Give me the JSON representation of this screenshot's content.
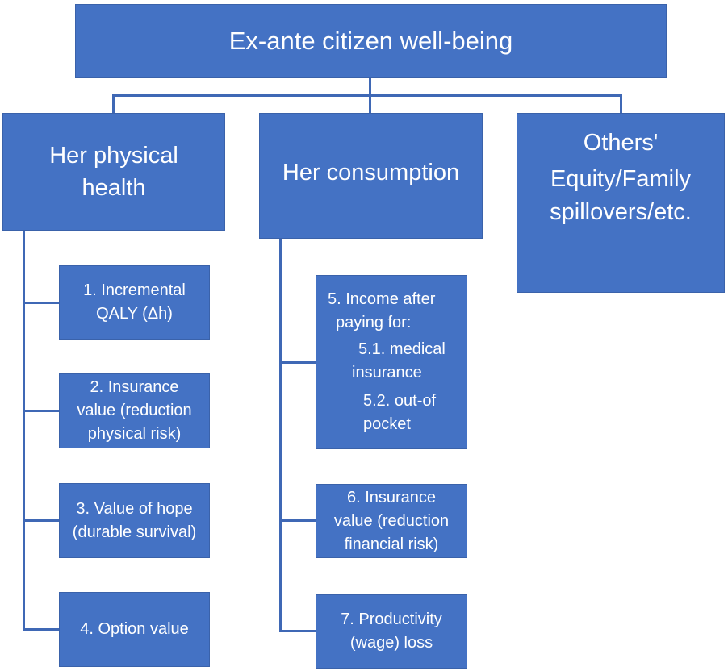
{
  "root": {
    "label": "Ex-ante citizen well-being"
  },
  "categories": {
    "health": {
      "line1": "Her physical",
      "line2": "health"
    },
    "consumption": {
      "label": "Her consumption"
    },
    "others": {
      "line1": "Others'",
      "line2": "Equity/Family",
      "line3": "spillovers/etc."
    }
  },
  "health_items": [
    {
      "line1": "1. Incremental",
      "line2": "QALY (Δh)"
    },
    {
      "line1": "2. Insurance",
      "line2": "value (reduction",
      "line3": "physical risk)"
    },
    {
      "line1": "3. Value of hope",
      "line2": "(durable survival)"
    },
    {
      "line1": "4. Option value"
    }
  ],
  "consumption_items": [
    {
      "line1": "5. Income after",
      "line2": "paying for:",
      "line3": "5.1. medical",
      "line4": "insurance",
      "line5": "5.2. out-of",
      "line6": "pocket"
    },
    {
      "line1": "6. Insurance",
      "line2": "value (reduction",
      "line3": "financial risk)"
    },
    {
      "line1": "7. Productivity",
      "line2": "(wage) loss"
    }
  ],
  "colors": {
    "box_fill": "#4472c4",
    "connector": "#3f68b5",
    "text": "#ffffff"
  }
}
